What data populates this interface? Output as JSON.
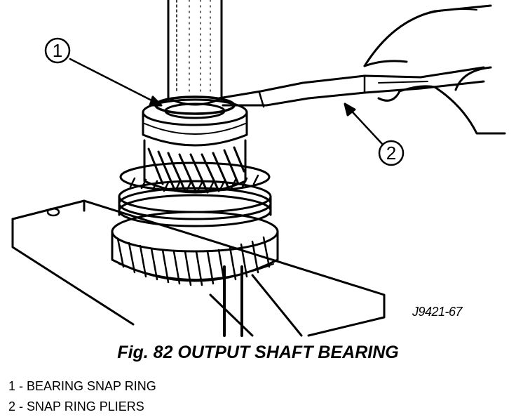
{
  "callouts": [
    {
      "number": "1",
      "label": "BEARING SNAP RING"
    },
    {
      "number": "2",
      "label": "SNAP RING PLIERS"
    }
  ],
  "figure_id": "J9421-67",
  "caption": "Fig. 82 OUTPUT SHAFT BEARING",
  "legend": [
    "1 - BEARING SNAP RING",
    "2 - SNAP RING PLIERS"
  ]
}
